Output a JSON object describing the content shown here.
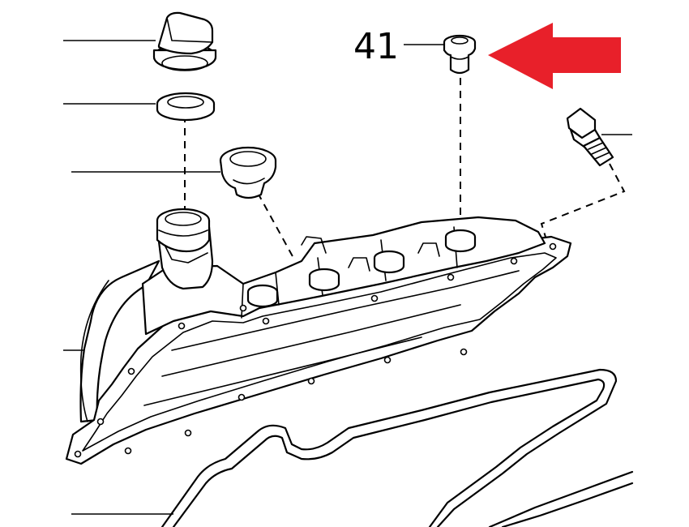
{
  "diagram": {
    "callouts": [
      {
        "id": "part-41",
        "label": "41"
      }
    ],
    "indicator": {
      "shape": "arrow",
      "direction": "left",
      "color": "#e8202a"
    },
    "line_color": "#000000",
    "background": "#ffffff"
  }
}
